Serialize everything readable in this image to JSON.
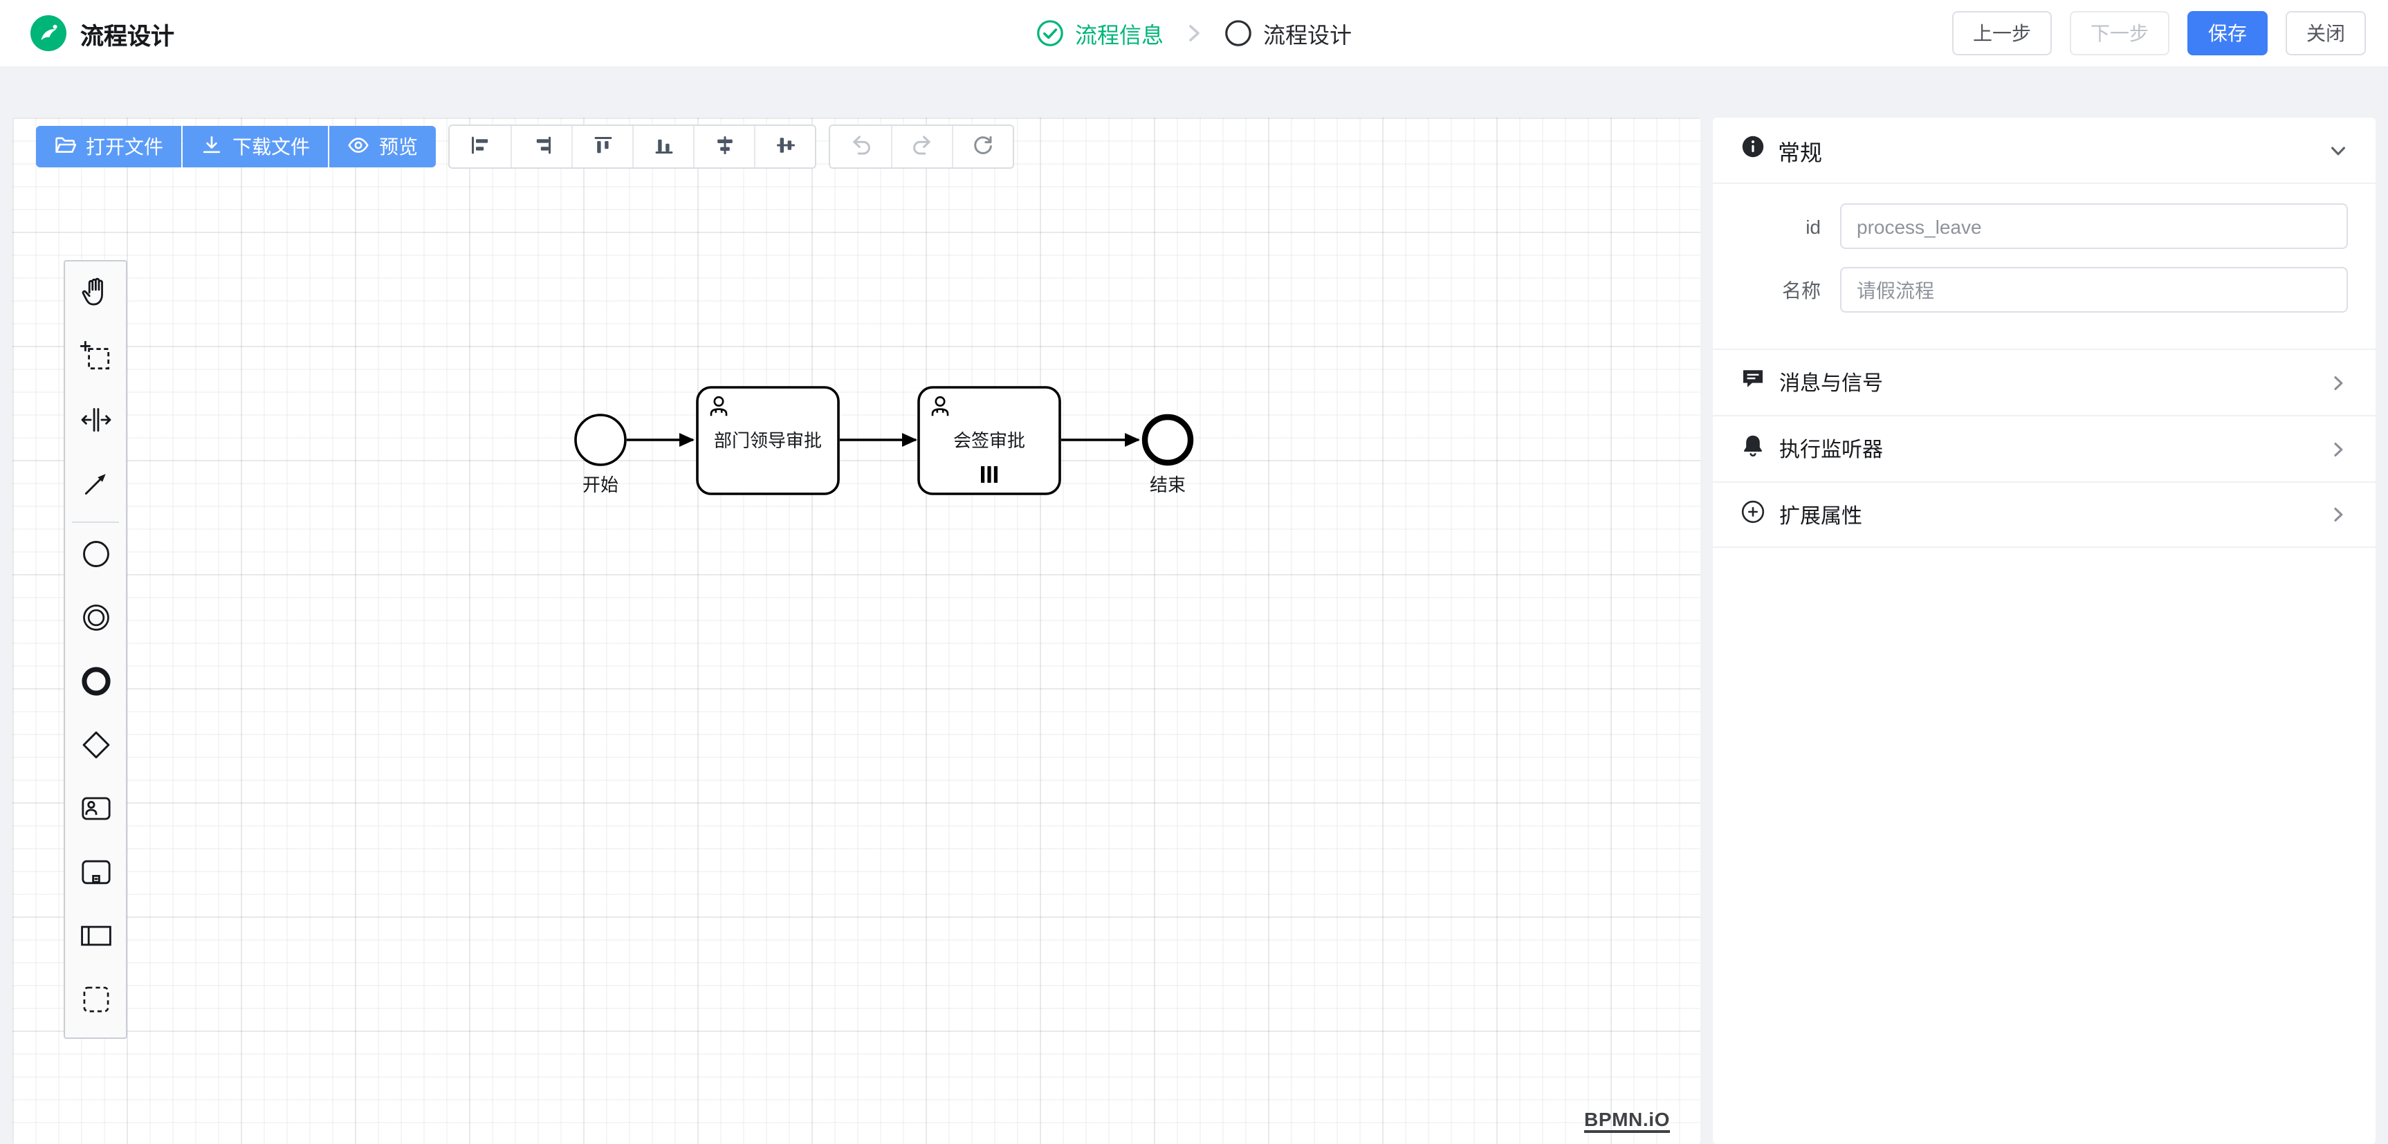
{
  "header": {
    "app_title": "流程设计",
    "steps": [
      {
        "label": "流程信息",
        "status": "completed"
      },
      {
        "label": "流程设计",
        "status": "current"
      }
    ],
    "actions": {
      "prev": "上一步",
      "next": "下一步",
      "save": "保存",
      "close": "关闭"
    }
  },
  "toolbar": {
    "file_buttons": [
      {
        "label": "打开文件",
        "icon": "folder-open-icon"
      },
      {
        "label": "下载文件",
        "icon": "download-icon"
      },
      {
        "label": "预览",
        "icon": "eye-icon"
      }
    ],
    "align_buttons": [
      "align-left-icon",
      "align-right-icon",
      "align-top-icon",
      "align-bottom-icon",
      "align-center-horizontal-icon",
      "align-center-vertical-icon"
    ],
    "history_buttons": [
      "undo-icon",
      "redo-icon",
      "reset-icon"
    ]
  },
  "palette": {
    "items": [
      "hand-tool",
      "lasso-tool",
      "space-tool",
      "global-connect-tool",
      "create-start-event",
      "create-intermediate-event",
      "create-end-event",
      "create-gateway",
      "create-user-task",
      "create-subprocess",
      "create-participant",
      "create-group"
    ]
  },
  "diagram": {
    "nodes": [
      {
        "type": "start-event",
        "label": "开始"
      },
      {
        "type": "user-task",
        "label": "部门领导审批"
      },
      {
        "type": "user-task",
        "label": "会签审批",
        "marker": "parallel-multi-instance"
      },
      {
        "type": "end-event",
        "label": "结束"
      }
    ],
    "flows": [
      [
        "开始",
        "部门领导审批"
      ],
      [
        "部门领导审批",
        "会签审批"
      ],
      [
        "会签审批",
        "结束"
      ]
    ],
    "watermark": "BPMN.iO"
  },
  "panel": {
    "general_title": "常规",
    "fields": [
      {
        "label": "id",
        "value": "process_leave"
      },
      {
        "label": "名称",
        "value": "请假流程"
      }
    ],
    "sections": [
      {
        "label": "消息与信号",
        "icon": "message-icon"
      },
      {
        "label": "执行监听器",
        "icon": "bell-icon"
      },
      {
        "label": "扩展属性",
        "icon": "plus-circle-icon"
      }
    ]
  },
  "colors": {
    "primary": "#3e7ef7",
    "toolbar_blue": "#5b9bf8",
    "success_green": "#00b578",
    "text_dark": "#17191c"
  }
}
